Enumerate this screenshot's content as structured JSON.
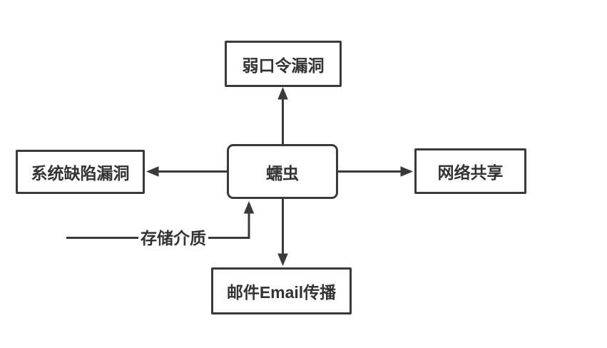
{
  "diagram": {
    "title": "worm-propagation-diagram",
    "colors": {
      "background": "#ffffff",
      "stroke": "#3a3a3a",
      "text": "#333333"
    },
    "nodes": {
      "worm": {
        "label": "蠕虫",
        "shape": "rounded-rectangle"
      },
      "weak_password": {
        "label": "弱口令漏洞",
        "shape": "rectangle"
      },
      "system_defect": {
        "label": "系统缺陷漏洞",
        "shape": "rectangle"
      },
      "network_share": {
        "label": "网络共享",
        "shape": "rectangle"
      },
      "email": {
        "label": "邮件Email传播",
        "shape": "rectangle"
      },
      "storage_media": {
        "label": "存储介质",
        "shape": "line-label"
      }
    },
    "edges": [
      {
        "from": "worm",
        "to": "weak_password",
        "direction": "up",
        "arrowhead": "filled-triangle"
      },
      {
        "from": "worm",
        "to": "system_defect",
        "direction": "left",
        "arrowhead": "filled-triangle"
      },
      {
        "from": "worm",
        "to": "network_share",
        "direction": "right",
        "arrowhead": "filled-triangle"
      },
      {
        "from": "worm",
        "to": "email",
        "direction": "down",
        "arrowhead": "filled-triangle"
      },
      {
        "from": "storage_media",
        "to": "worm",
        "direction": "elbow-right-then-up",
        "arrowhead": "filled-triangle"
      }
    ]
  }
}
